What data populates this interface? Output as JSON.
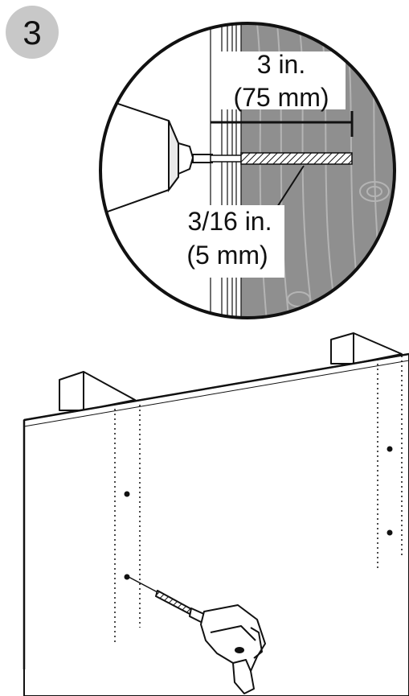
{
  "step": {
    "number": "3"
  },
  "callout": {
    "depth_label": "3 in.",
    "depth_label_metric": "(75 mm)",
    "bit_label": "3/16 in.",
    "bit_label_metric": "(5 mm)"
  },
  "colors": {
    "line": "#111111",
    "step_badge": "#c8c8c8",
    "wood": "#8f8f8f",
    "wood_light": "#a9a9a9",
    "stud_hatch": "#6a6a6a"
  },
  "icons": {
    "drill": "power-drill-icon",
    "screw_hole": "pilot-hole-icon"
  }
}
